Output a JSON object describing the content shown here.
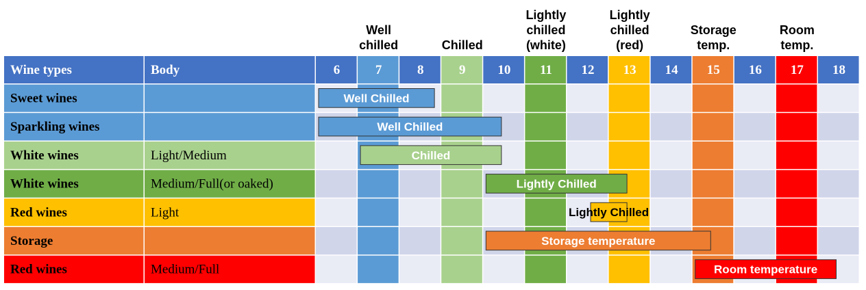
{
  "chart_data": {
    "type": "table",
    "headers": {
      "wine_types": "Wine types",
      "body": "Body"
    },
    "temperatures": [
      6,
      7,
      8,
      9,
      10,
      11,
      12,
      13,
      14,
      15,
      16,
      17,
      18
    ],
    "top_labels": [
      {
        "temp": 7,
        "lines": [
          "Well",
          "chilled"
        ]
      },
      {
        "temp": 9,
        "lines": [
          "Chilled"
        ]
      },
      {
        "temp": 11,
        "lines": [
          "Lightly",
          "chilled",
          "(white)"
        ]
      },
      {
        "temp": 13,
        "lines": [
          "Lightly",
          "chilled",
          "(red)"
        ]
      },
      {
        "temp": 15,
        "lines": [
          "Storage",
          "temp."
        ]
      },
      {
        "temp": 17,
        "lines": [
          "Room",
          "temp."
        ]
      }
    ],
    "highlight_columns": [
      {
        "temp": 7,
        "color": "#5b9bd5"
      },
      {
        "temp": 9,
        "color": "#a9d18e"
      },
      {
        "temp": 11,
        "color": "#70ad47"
      },
      {
        "temp": 13,
        "color": "#ffc000"
      },
      {
        "temp": 15,
        "color": "#ed7d31"
      },
      {
        "temp": 17,
        "color": "#ff0000"
      }
    ],
    "rows": [
      {
        "type": "Sweet wines",
        "body": "",
        "color": "#5b9bd5",
        "range": [
          6,
          8.9
        ],
        "range_label": "Well Chilled",
        "bar_color": "#5b9bd5",
        "text_color": "#ffffff"
      },
      {
        "type": "Sparkling wines",
        "body": "",
        "color": "#5b9bd5",
        "range": [
          6,
          10.5
        ],
        "range_label": "Well Chilled",
        "bar_color": "#5b9bd5",
        "text_color": "#ffffff"
      },
      {
        "type": "White wines",
        "body": "Light/Medium",
        "color": "#a9d18e",
        "range": [
          7,
          10.5
        ],
        "range_label": "Chilled",
        "bar_color": "#a9d18e",
        "text_color": "#ffffff"
      },
      {
        "type": "White wines",
        "body": "Medium/Full(or oaked)",
        "color": "#70ad47",
        "range": [
          10,
          13.5
        ],
        "range_label": "Lightly Chilled",
        "bar_color": "#70ad47",
        "text_color": "#ffffff"
      },
      {
        "type": "Red wines",
        "body": "Light",
        "color": "#ffc000",
        "range": [
          12.5,
          13.5
        ],
        "range_label": "Lightly Chilled",
        "bar_color": "#ffc000",
        "text_color": "#000000"
      },
      {
        "type": "Storage",
        "body": "",
        "color": "#ed7d31",
        "range": [
          10,
          15.5
        ],
        "range_label": "Storage temperature",
        "bar_color": "#ed7d31",
        "text_color": "#ffffff"
      },
      {
        "type": "Red wines",
        "body": "Medium/Full",
        "color": "#ff0000",
        "range": [
          15,
          18.5
        ],
        "range_label": "Room temperature",
        "bar_color": "#ff0000",
        "text_color": "#ffffff"
      }
    ],
    "colors": {
      "header_bg": "#4472c4",
      "cell_a": "#d0d5ea",
      "cell_b": "#e9ebf5"
    }
  }
}
